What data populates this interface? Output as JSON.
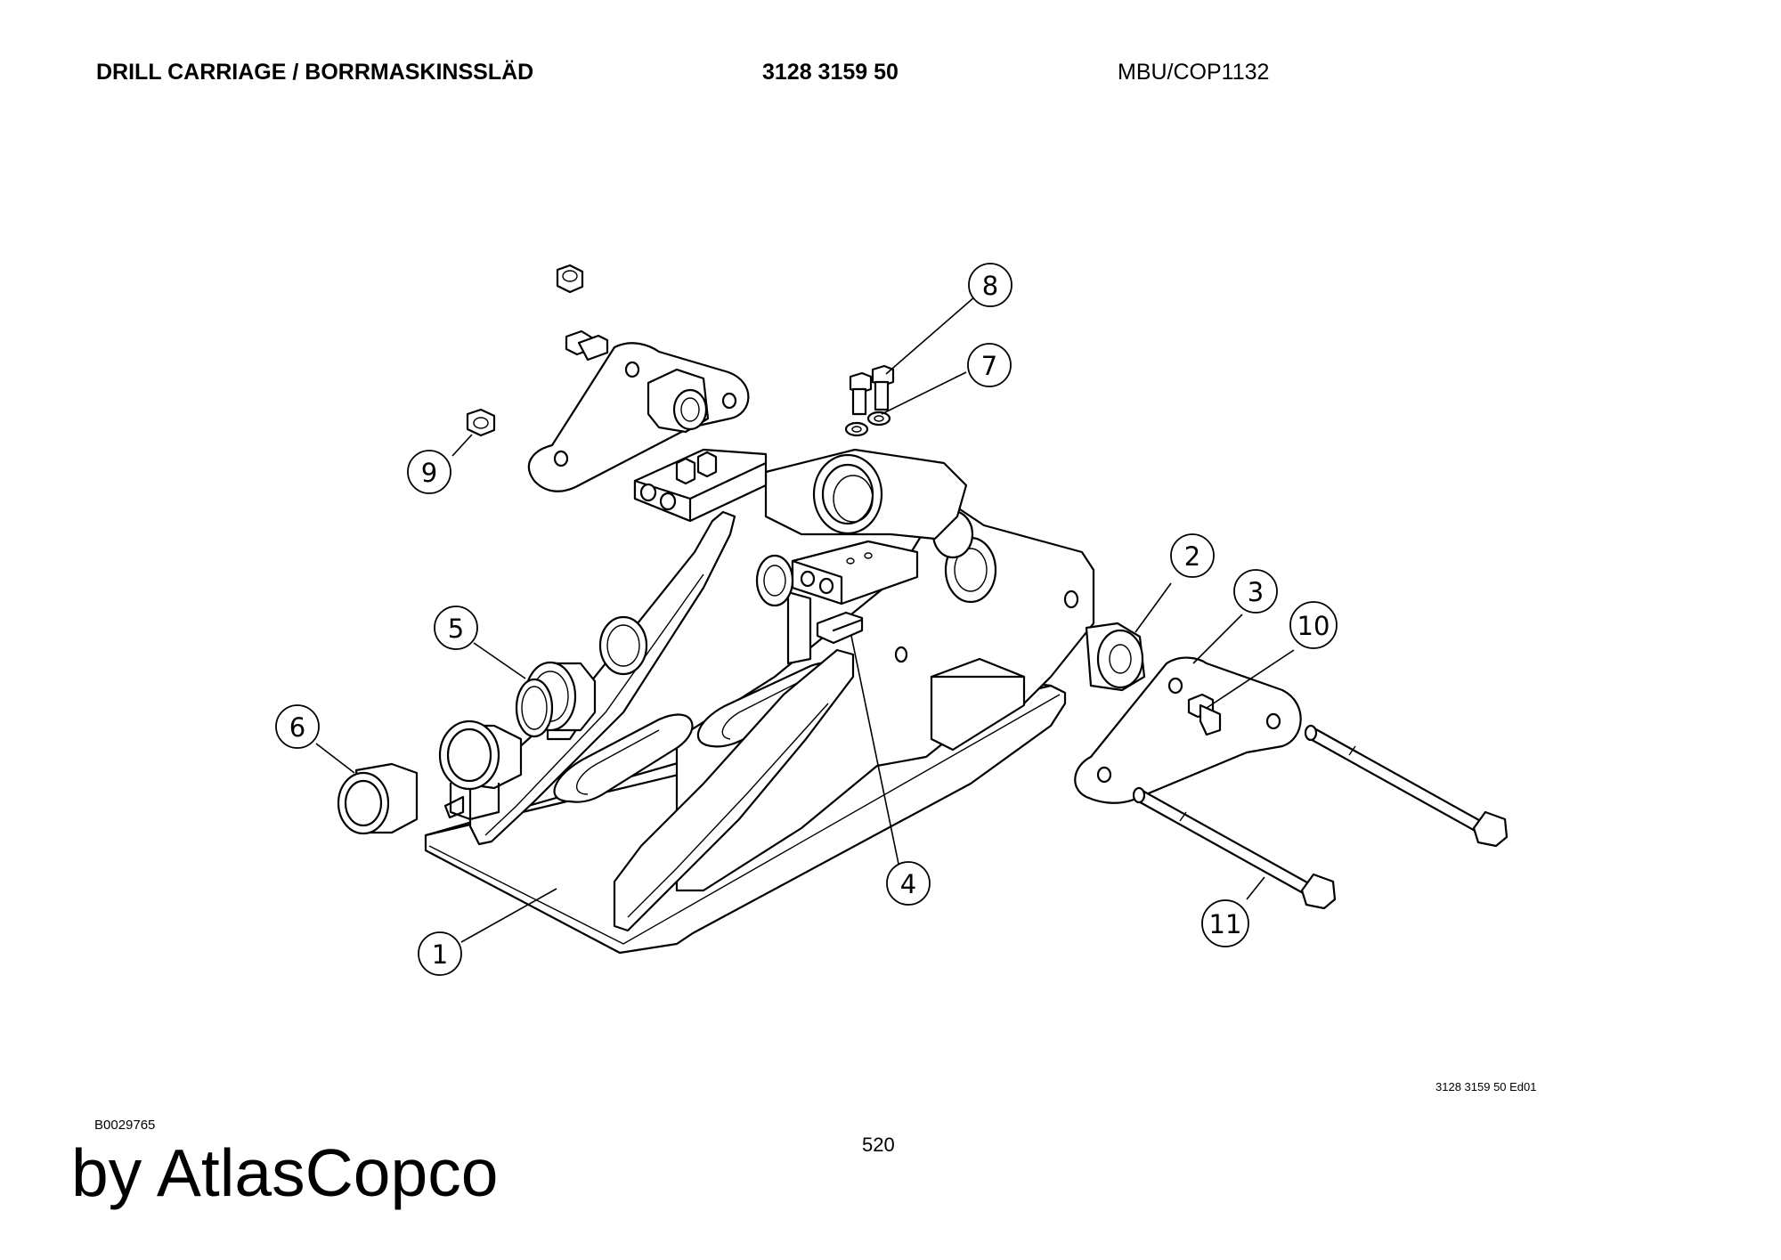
{
  "header": {
    "title": "DRILL CARRIAGE / BORRMASKINSSLÄD",
    "part_number": "3128 3159 50",
    "model": "MBU/COP1132"
  },
  "callouts": [
    "1",
    "2",
    "3",
    "4",
    "5",
    "6",
    "7",
    "8",
    "9",
    "10",
    "11"
  ],
  "footer": {
    "drawing_code": "B0029765",
    "brand": "by AtlasCopco",
    "page_number": "520",
    "edition": "3128 3159 50 Ed01"
  }
}
